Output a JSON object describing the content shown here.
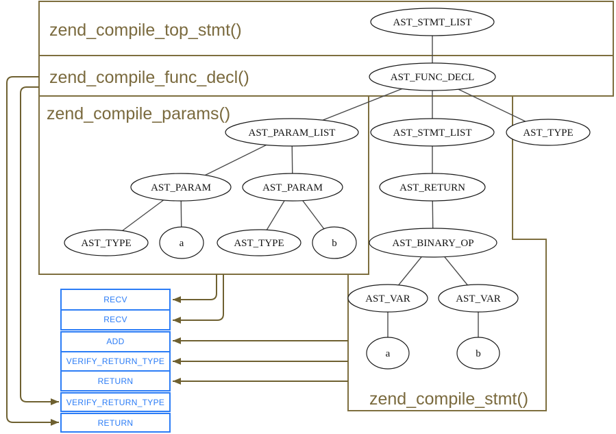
{
  "regions": {
    "top_stmt": {
      "label": "zend_compile_top_stmt()"
    },
    "func_decl": {
      "label": "zend_compile_func_decl()"
    },
    "params": {
      "label": "zend_compile_params()"
    },
    "stmt": {
      "label": "zend_compile_stmt()"
    }
  },
  "ast": {
    "nodes": [
      {
        "label": "AST_STMT_LIST"
      },
      {
        "label": "AST_FUNC_DECL"
      },
      {
        "label": "AST_PARAM_LIST"
      },
      {
        "label": "AST_STMT_LIST"
      },
      {
        "label": "AST_TYPE"
      },
      {
        "label": "AST_PARAM"
      },
      {
        "label": "AST_PARAM"
      },
      {
        "label": "AST_TYPE"
      },
      {
        "label": "a"
      },
      {
        "label": "AST_TYPE"
      },
      {
        "label": "b"
      },
      {
        "label": "AST_RETURN"
      },
      {
        "label": "AST_BINARY_OP"
      },
      {
        "label": "AST_VAR"
      },
      {
        "label": "AST_VAR"
      },
      {
        "label": "a"
      },
      {
        "label": "b"
      }
    ]
  },
  "opcodes": {
    "rows": [
      "RECV",
      "RECV",
      "ADD",
      "VERIFY_RETURN_TYPE",
      "RETURN",
      "VERIFY_RETURN_TYPE",
      "RETURN"
    ]
  },
  "colors": {
    "region_text": "#7a6a3e",
    "region_border": "#7d6e3e",
    "arrow": "#6e6030",
    "opcode_blue": "#2b7cf6",
    "node_stroke": "#1a1a1a",
    "edge_gray": "#4a4a4a"
  }
}
